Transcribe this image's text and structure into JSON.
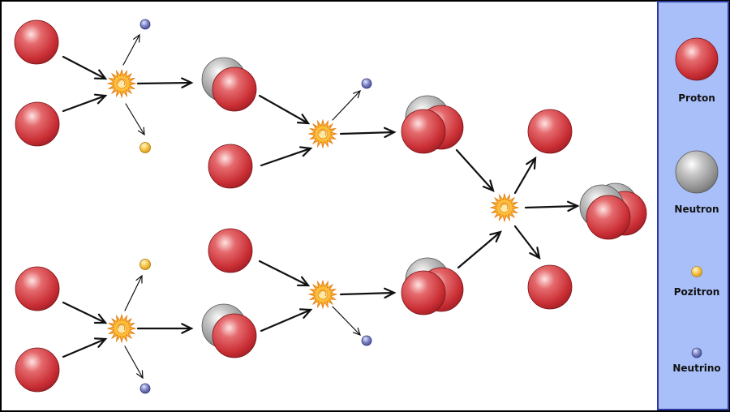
{
  "colors": {
    "proton": "#d23a3f",
    "neutron": "#9a9a9a",
    "positron": "#f2b82a",
    "neutrino": "#5a62a8",
    "legend_background": "#a9bff9",
    "legend_border": "#2b3a9e",
    "frame": "#000000"
  },
  "legend": {
    "items": [
      {
        "kind": "proton",
        "label": "Proton"
      },
      {
        "kind": "neutron",
        "label": "Neutron"
      },
      {
        "kind": "positron",
        "label": "Pozitron"
      },
      {
        "kind": "neutrino",
        "label": "Neutrino"
      }
    ]
  },
  "icons": {
    "fusion": "starburst-icon"
  }
}
